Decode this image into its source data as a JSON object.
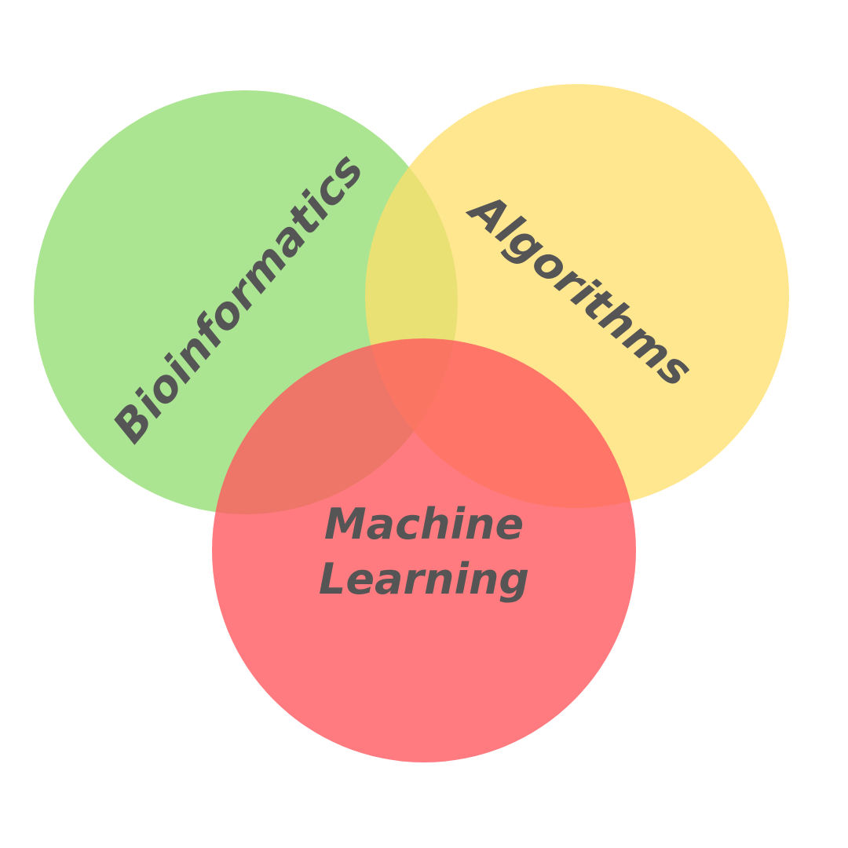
{
  "diagram": {
    "type": "venn",
    "sets": [
      {
        "id": "bio",
        "label": "Bioinformatics",
        "color": "#8fdc6e",
        "opacity": 0.75
      },
      {
        "id": "algo",
        "label": "Algorithms",
        "color": "#ffdf6b",
        "opacity": 0.75
      },
      {
        "id": "ml",
        "label_line1": "Machine",
        "label_line2": "Learning",
        "color": "#ff5a5f",
        "opacity": 0.8
      }
    ],
    "label_color": "#555555"
  }
}
